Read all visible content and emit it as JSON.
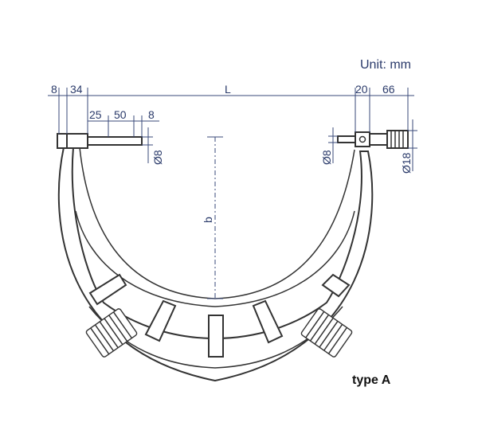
{
  "unit_label": "Unit: mm",
  "type_label": "type A",
  "dimensions": {
    "left_8": "8",
    "left_34": "34",
    "length_L": "L",
    "right_20": "20",
    "right_66": "66",
    "anvil_25": "25",
    "anvil_50": "50",
    "anvil_8": "8",
    "anvil_dia": "Ø8",
    "spindle_dia": "Ø8",
    "thimble_dia": "Ø18",
    "depth_b": "b"
  }
}
